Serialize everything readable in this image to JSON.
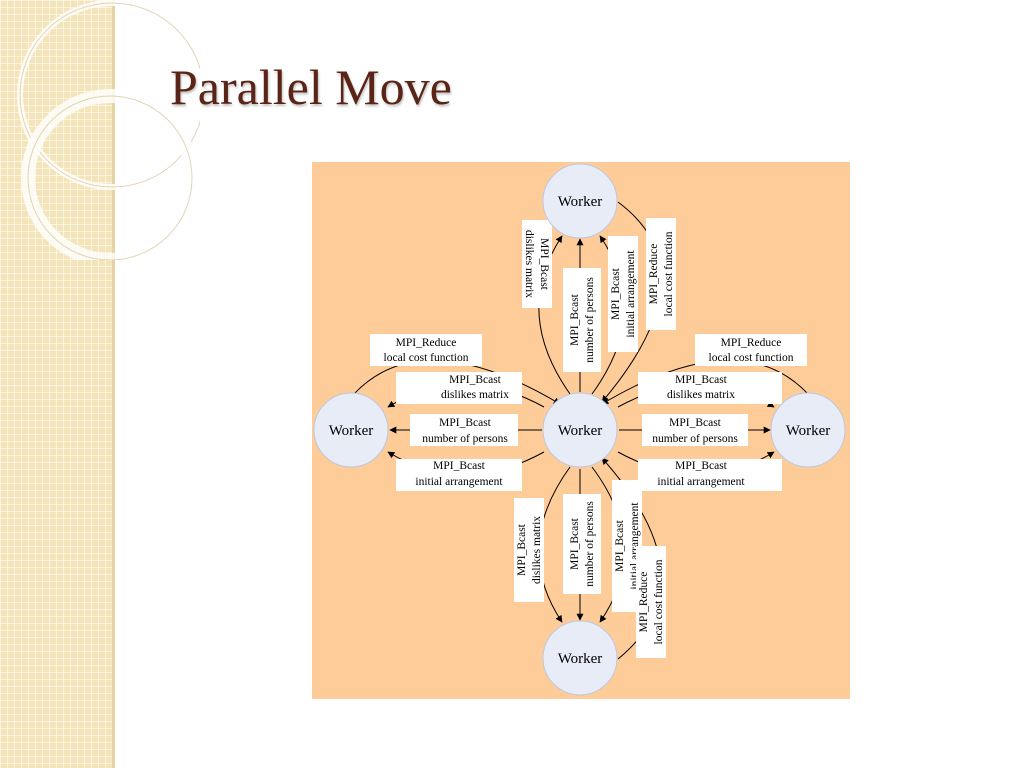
{
  "slide": {
    "title": "Parallel Move"
  },
  "nodes": {
    "top": "Worker",
    "left": "Worker",
    "center": "Worker",
    "right": "Worker",
    "bottom": "Worker"
  },
  "labels": {
    "left_reduce": {
      "l1": "MPI_Reduce",
      "l2": "local cost function"
    },
    "left_dislikes": {
      "l1": "MPI_Bcast",
      "l2": "dislikes matrix"
    },
    "left_persons": {
      "l1": "MPI_Bcast",
      "l2": "number of persons"
    },
    "left_arrangement": {
      "l1": "MPI_Bcast",
      "l2": "initial arrangement"
    },
    "right_reduce": {
      "l1": "MPI_Reduce",
      "l2": "local cost function"
    },
    "right_dislikes": {
      "l1": "MPI_Bcast",
      "l2": "dislikes matrix"
    },
    "right_persons": {
      "l1": "MPI_Bcast",
      "l2": "number of persons"
    },
    "right_arrangement": {
      "l1": "MPI_Bcast",
      "l2": "initial arrangement"
    },
    "top_dislikes": {
      "l1": "MPI_Bcast",
      "l2": "dislikes matrix"
    },
    "top_persons": {
      "l1": "MPI_Bcast",
      "l2": "number of persons"
    },
    "top_arrangement": {
      "l1": "MPI_Bcast",
      "l2": "initial arrangement"
    },
    "top_reduce": {
      "l1": "MPI_Reduce",
      "l2": "local cost function"
    },
    "bottom_dislikes": {
      "l1": "MPI_Bcast",
      "l2": "dislikes matrix"
    },
    "bottom_persons": {
      "l1": "MPI_Bcast",
      "l2": "number of persons"
    },
    "bottom_arrangement": {
      "l1": "MPI_Bcast",
      "l2": "initial arrangement"
    },
    "bottom_reduce": {
      "l1": "MPI_Reduce",
      "l2": "local cost function"
    }
  },
  "colors": {
    "title": "#5a2416",
    "panel": "#fdcc98",
    "node_fill": "#e8ecf7",
    "band": "#f3e4b9"
  }
}
